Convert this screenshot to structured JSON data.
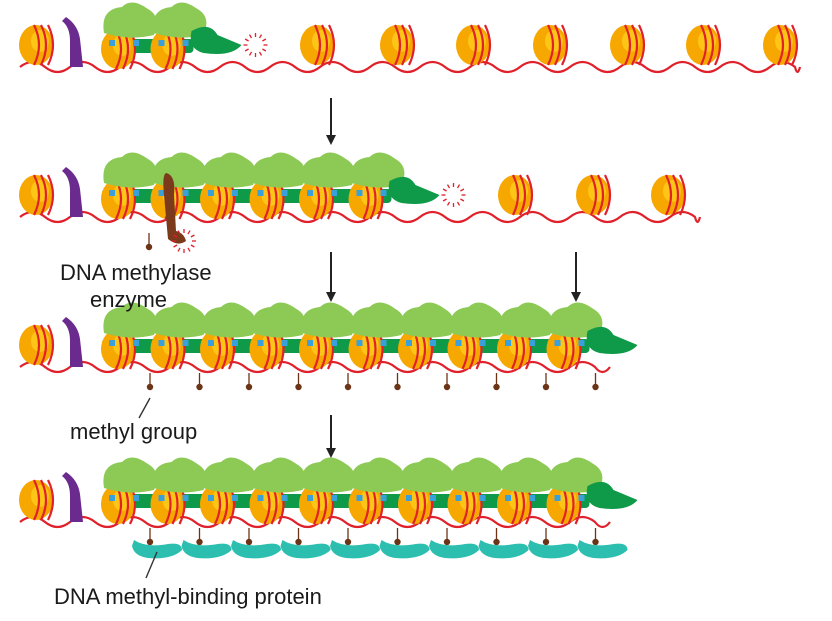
{
  "labels": {
    "methylase_line1": "DNA methylase",
    "methylase_line2": "enzyme",
    "methyl_group": "methyl group",
    "binding_protein": "DNA methyl-binding protein"
  },
  "colors": {
    "dna_strand": "#e0202a",
    "nucleosome": "#f7a800",
    "nucleosome_highlight": "#ffd21f",
    "heterochromatin_protein": "#8dca55",
    "spreading_factor": "#0e9a48",
    "barrier_protein": "#6a2a8e",
    "methylase": "#7b3a1c",
    "methyl_group": "#6b3416",
    "binding_protein": "#2cbfb0",
    "modification_mark": "#3aa0dc",
    "arrow": "#222222"
  },
  "icons": {
    "barrier": "barrier-protein-icon",
    "methylase": "dna-methylase-enzyme-icon",
    "methyl": "methyl-group-icon",
    "binding": "methyl-binding-protein-icon"
  }
}
